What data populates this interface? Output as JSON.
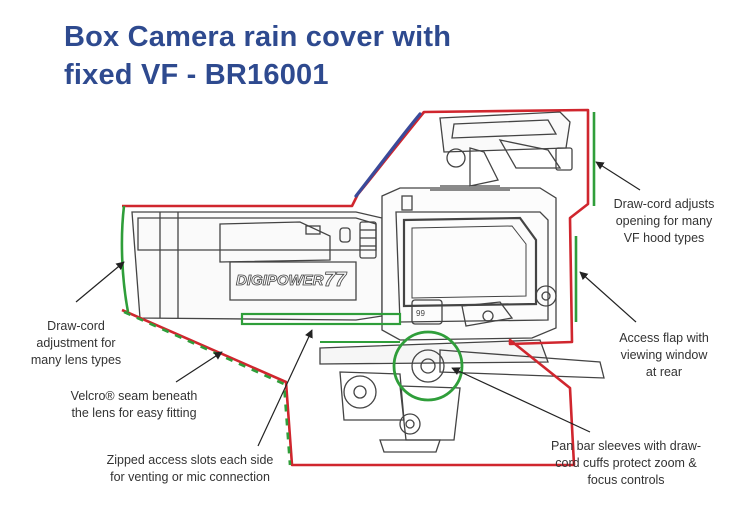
{
  "title": {
    "line1": "Box Camera rain cover with",
    "line2": "fixed VF - BR16001"
  },
  "camera": {
    "brand_text": "DIGIPOWER",
    "model_text": "77"
  },
  "callouts": {
    "vf_drawcord": [
      "Draw-cord adjusts",
      "opening for many",
      "VF hood types"
    ],
    "lens_drawcord": [
      "Draw-cord",
      "adjustment for",
      "many lens types"
    ],
    "velcro": [
      "Velcro® seam beneath",
      "the lens for easy fitting"
    ],
    "zipped": [
      "Zipped access slots each side",
      "for venting or mic connection"
    ],
    "access_flap": [
      "Access flap with",
      "viewing window",
      "at rear"
    ],
    "pan_bar": [
      "Pan bar sleeves with draw-",
      "cord cuffs protect zoom &",
      "focus controls"
    ]
  },
  "colors": {
    "title": "#2e4a8f",
    "cover_outline": "#d0262e",
    "drawcord": "#2f9e3a",
    "velcro_seam": "#3a4a9a",
    "line_art": "#333333"
  }
}
